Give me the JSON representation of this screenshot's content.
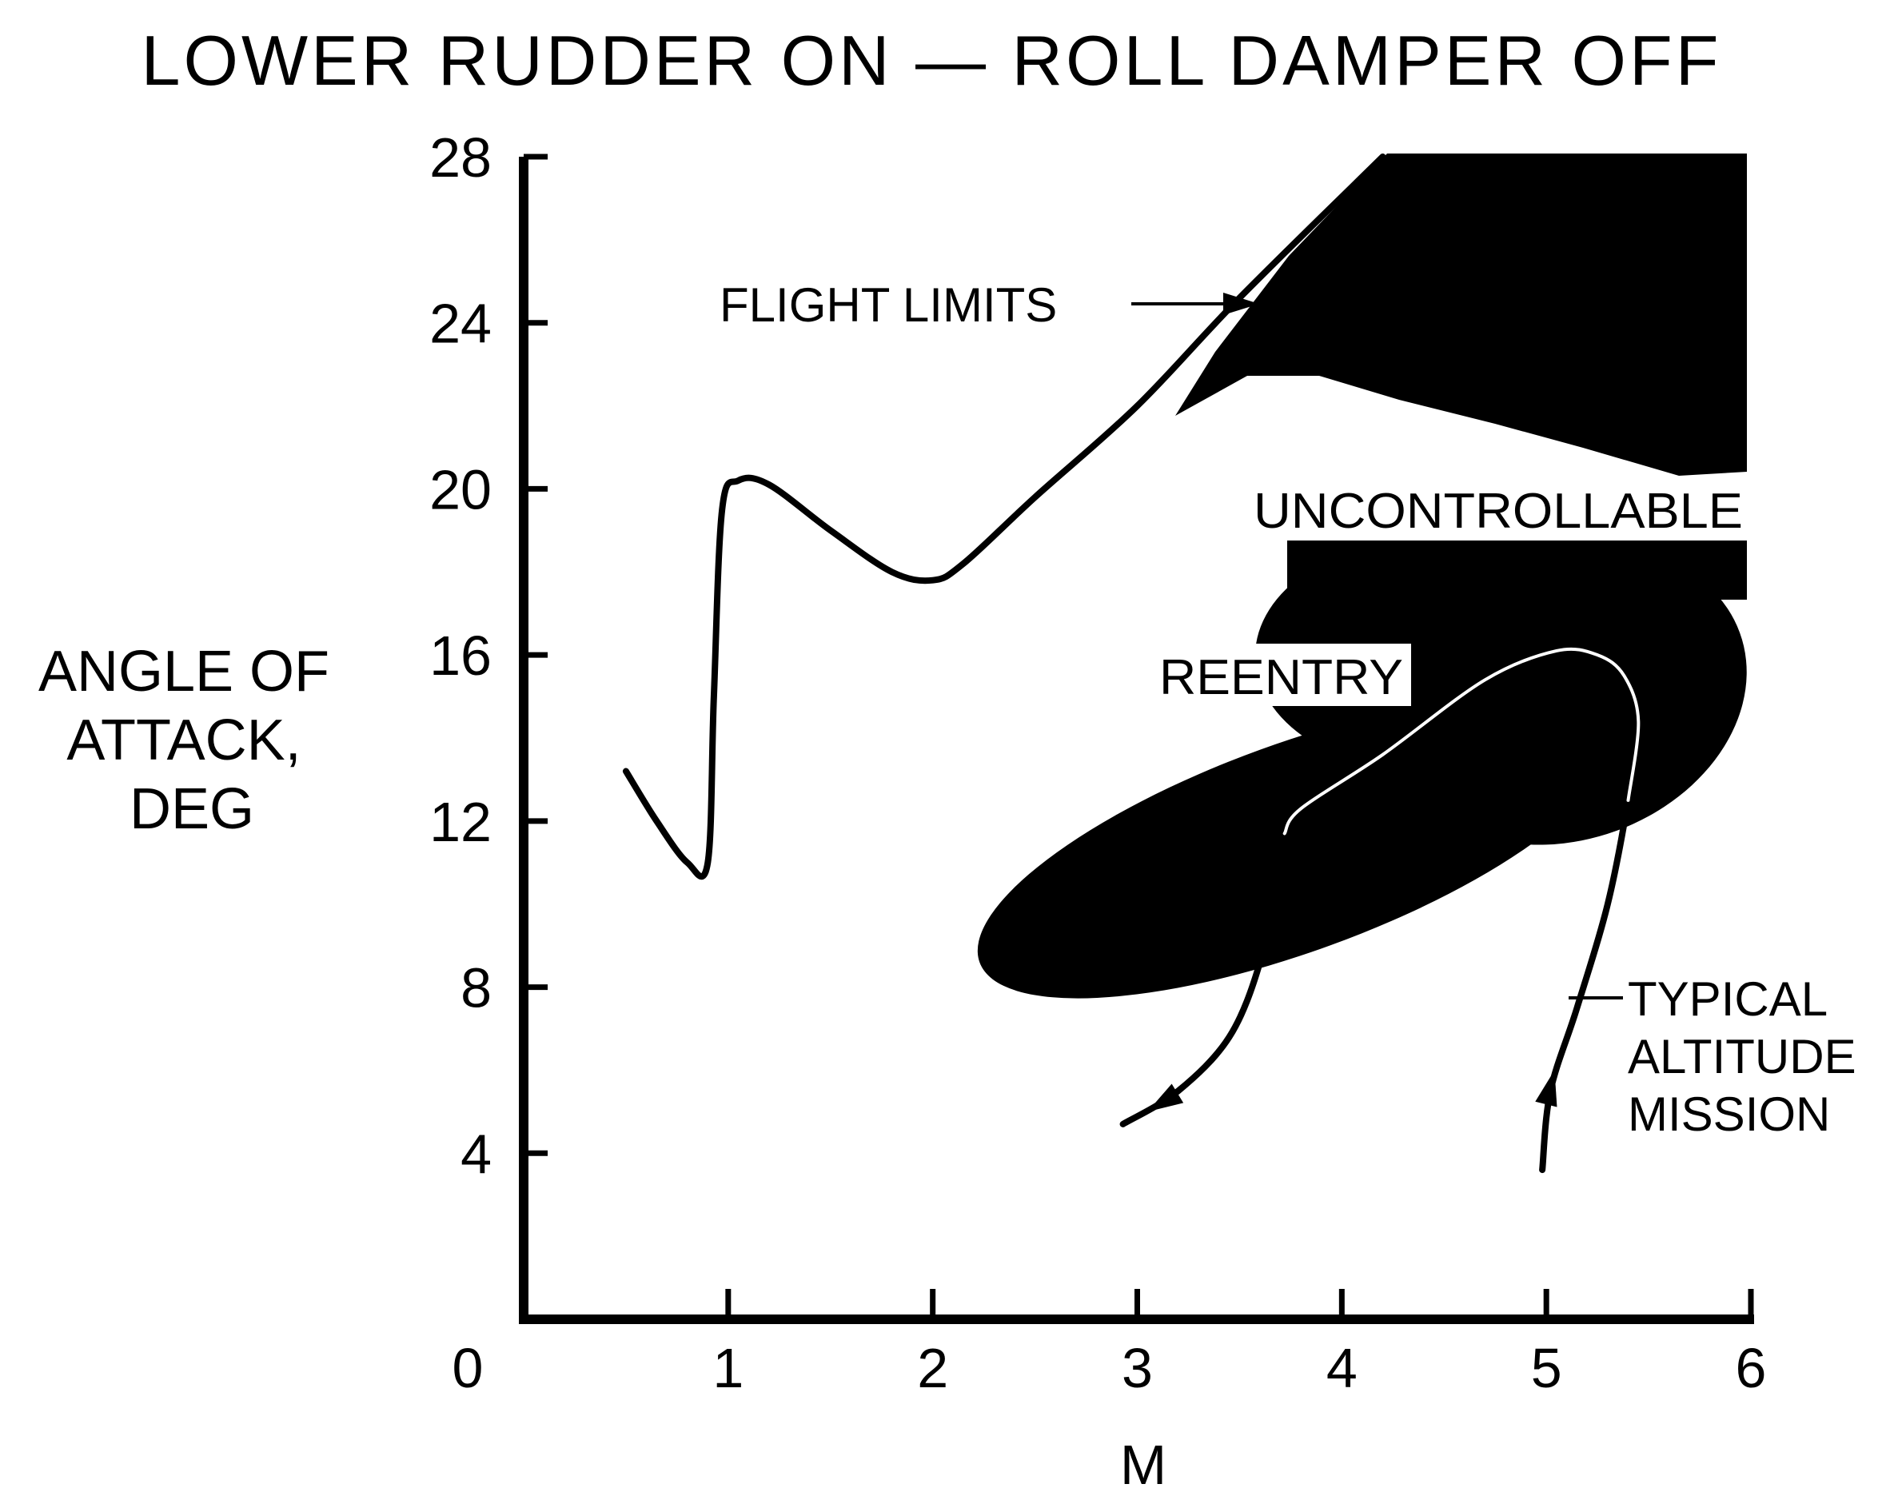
{
  "chart_data": {
    "type": "line",
    "title": "LOWER RUDDER ON — ROLL DAMPER OFF",
    "xlabel": "M",
    "ylabel": [
      "ANGLE OF",
      "ATTACK,",
      "DEG"
    ],
    "xlim": [
      0,
      6
    ],
    "ylim": [
      0,
      28
    ],
    "x_ticks": [
      0,
      1,
      2,
      3,
      4,
      5,
      6
    ],
    "y_ticks": [
      4,
      8,
      12,
      16,
      20,
      24,
      28
    ],
    "grid": false,
    "series": [
      {
        "name": "FLIGHT LIMITS",
        "x": [
          0.5,
          0.65,
          0.8,
          0.9,
          0.93,
          0.97,
          1.05,
          1.2,
          1.5,
          1.8,
          2.0,
          2.15,
          2.5,
          3.0,
          3.5,
          4.2
        ],
        "y": [
          13.2,
          12.0,
          11.0,
          11.0,
          15.0,
          19.5,
          20.2,
          20.1,
          19.0,
          18.0,
          17.8,
          18.2,
          19.8,
          22.0,
          24.6,
          28.0
        ]
      },
      {
        "name": "REENTRY",
        "x": [
          2.93,
          3.2,
          3.45,
          3.6,
          3.67,
          3.72,
          3.8,
          4.2,
          4.7,
          5.05,
          5.25,
          5.38,
          5.45,
          5.4,
          5.3,
          5.15,
          5.02,
          4.98
        ],
        "y": [
          4.7,
          5.5,
          6.8,
          8.6,
          10.5,
          11.7,
          12.3,
          13.6,
          15.4,
          16.1,
          16.0,
          15.5,
          14.4,
          12.5,
          10.0,
          7.5,
          5.5,
          3.6
        ]
      }
    ],
    "annotations": {
      "flight_limits": "FLIGHT LIMITS",
      "uncontrollable": "UNCONTROLLABLE",
      "reentry": "REENTRY",
      "mission": [
        "TYPICAL",
        "ALTITUDE",
        "MISSION"
      ]
    }
  }
}
